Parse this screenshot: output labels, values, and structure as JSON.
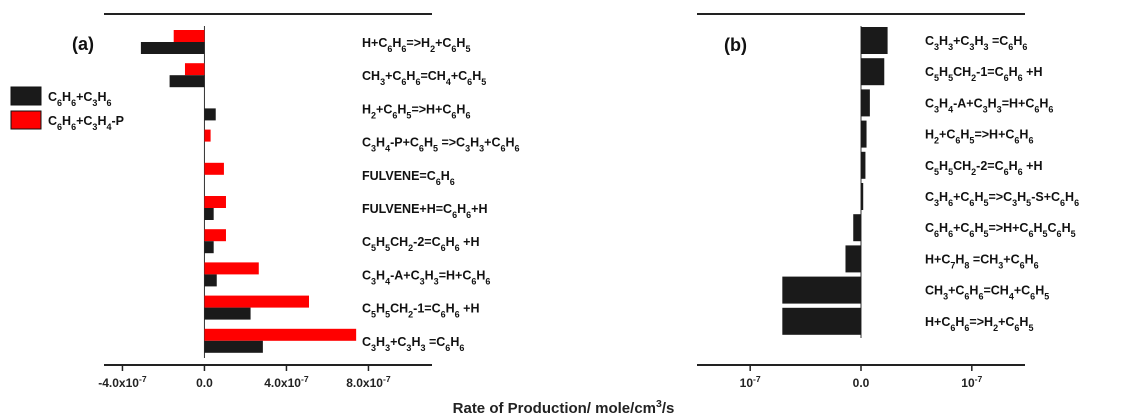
{
  "chart_data": [
    {
      "type": "bar",
      "orientation": "horizontal",
      "panel_label": "(a)",
      "categories": [
        "H+C6H6=>H2+C6H5",
        "CH3+C6H6=CH4+C6H5",
        "H2+C6H5=>H+C6H6",
        "C3H4-P+C6H5 =>C3H3+C6H6",
        "FULVENE=C6H6",
        "FULVENE+H=C6H6+H",
        "C5H5CH2-2=C6H6 +H",
        "C3H4-A+C3H3=H+C6H6",
        "C5H5CH2-1=C6H6 +H",
        "C3H3+C3H3 =C6H6"
      ],
      "series": [
        {
          "name": "C6H6+C3H6",
          "color": "#1a1a1a",
          "values": [
            -3.1e-07,
            -1.7e-07,
            5.5e-08,
            0,
            0,
            4.5e-08,
            4.5e-08,
            6e-08,
            2.25e-07,
            2.85e-07
          ]
        },
        {
          "name": "C6H6+C3H4-P",
          "color": "#ff0000",
          "values": [
            -1.5e-07,
            -9.5e-08,
            0,
            3e-08,
            9.5e-08,
            1.05e-07,
            1.05e-07,
            2.65e-07,
            5.1e-07,
            7.4e-07
          ]
        }
      ],
      "xlim": [
        -4.9e-07,
        1.11e-06
      ],
      "xticks": [
        {
          "value": -4e-07,
          "label": "-4.0x10-7"
        },
        {
          "value": 0,
          "label": "0.0"
        },
        {
          "value": 4e-07,
          "label": "4.0x10-7"
        },
        {
          "value": 8e-07,
          "label": "8.0x10-7"
        }
      ],
      "legend_position": "left"
    },
    {
      "type": "bar",
      "orientation": "horizontal",
      "panel_label": "(b)",
      "categories": [
        "C3H3+C3H3 =C6H6",
        "C5H5CH2-1=C6H6 +H",
        "C3H4-A+C3H3=H+C6H6",
        "H2+C6H5=>H+C6H6",
        "C5H5CH2-2=C6H6 +H",
        "C3H6+C6H5=>C3H5-S+C6H6",
        "C6H6+C6H5=>H+C6H5C6H5",
        "H+C7H8 =CH3+C6H6",
        "CH3+C6H6=CH4+C6H5",
        "H+C6H6=>H2+C6H5"
      ],
      "series": [
        {
          "color": "#1a1a1a",
          "values": [
            2.4e-08,
            2.1e-08,
            8e-09,
            5e-09,
            4e-09,
            2e-09,
            -7e-09,
            -1.4e-08,
            -7.1e-08,
            -7.1e-08
          ]
        }
      ],
      "xlim": [
        -1.48e-07,
        1.48e-07
      ],
      "xticks": [
        {
          "value": -1e-07,
          "label": "10-7"
        },
        {
          "value": 0,
          "label": "0.0"
        },
        {
          "value": 1e-07,
          "label": "10-7"
        }
      ]
    }
  ],
  "xlabel": "Rate of Production/ mole/cm3/s"
}
